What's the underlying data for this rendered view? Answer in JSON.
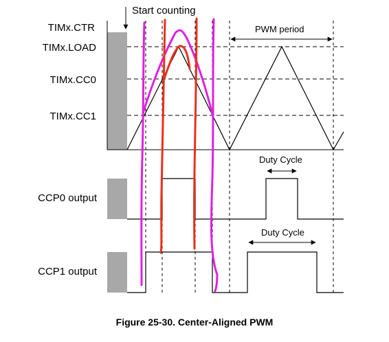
{
  "annotations": {
    "start_counting": "Start counting",
    "pwm_period": "PWM period",
    "duty_cycle_ccp0": "Duty Cycle",
    "duty_cycle_ccp1": "Duty Cycle"
  },
  "levels": {
    "ctr": "TIMx.CTR",
    "load": "TIMx.LOAD",
    "cc0": "TIMx.CC0",
    "cc1": "TIMx.CC1"
  },
  "outputs": {
    "ccp0": "CCP0 output",
    "ccp1": "CCP1 output"
  },
  "caption": "Figure 25-30. Center-Aligned PWM",
  "colors": {
    "annotation_magenta": "#e020e0",
    "annotation_red": "#e8301c",
    "pre_start_fill": "#a8a8a8"
  }
}
